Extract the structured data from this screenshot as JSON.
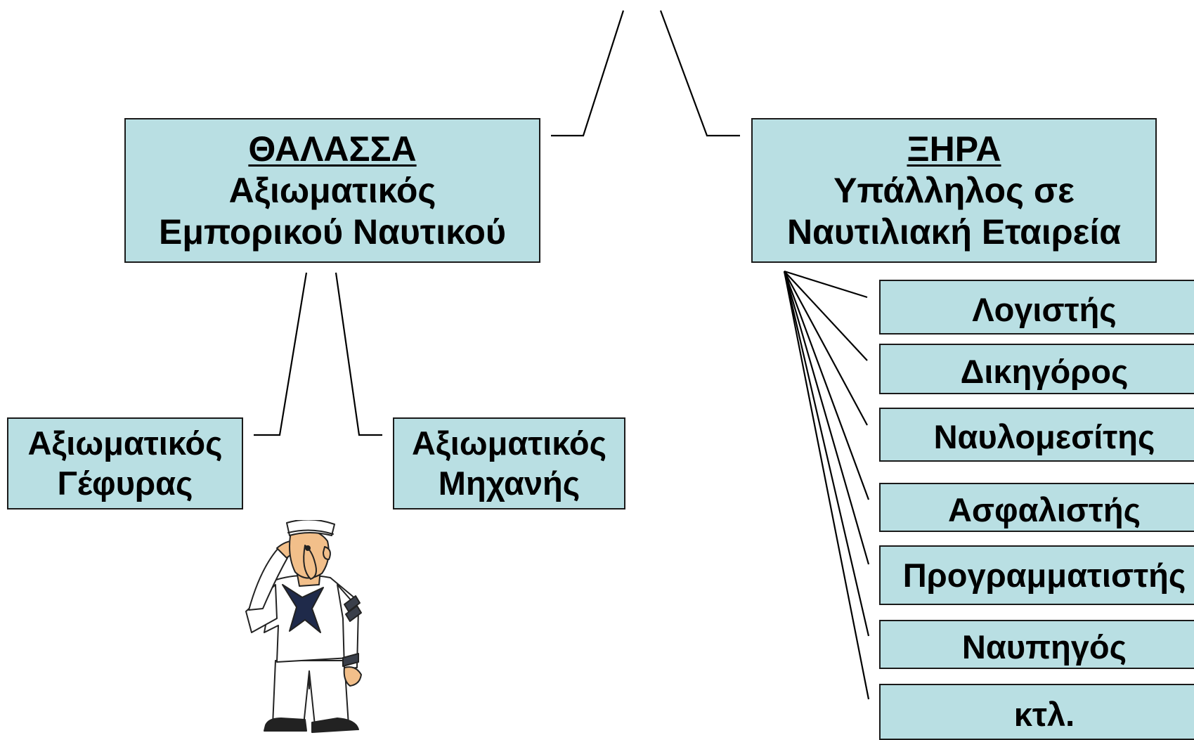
{
  "diagram": {
    "sea": {
      "heading": "ΘΑΛΑΣΣΑ",
      "line1": "Αξιωματικός",
      "line2": "Εμπορικού Ναυτικού"
    },
    "land": {
      "heading": "ΞΗΡΑ",
      "line1": "Υπάλληλος σε",
      "line2": "Ναυτιλιακή Εταιρεία"
    },
    "sea_children": [
      {
        "line1": "Αξιωματικός",
        "line2": "Γέφυρας"
      },
      {
        "line1": "Αξιωματικός",
        "line2": "Μηχανής"
      }
    ],
    "land_children": [
      "Λογιστής",
      "Δικηγόρος",
      "Ναυλομεσίτης",
      "Ασφαλιστής",
      "Προγραμματιστής",
      "Ναυπηγός",
      "κτλ."
    ]
  },
  "illustration": {
    "icon": "saluting-sailor-icon"
  },
  "colors": {
    "box_fill": "#b9dfe3",
    "box_border": "#1a1a1a",
    "connector": "#000000"
  }
}
